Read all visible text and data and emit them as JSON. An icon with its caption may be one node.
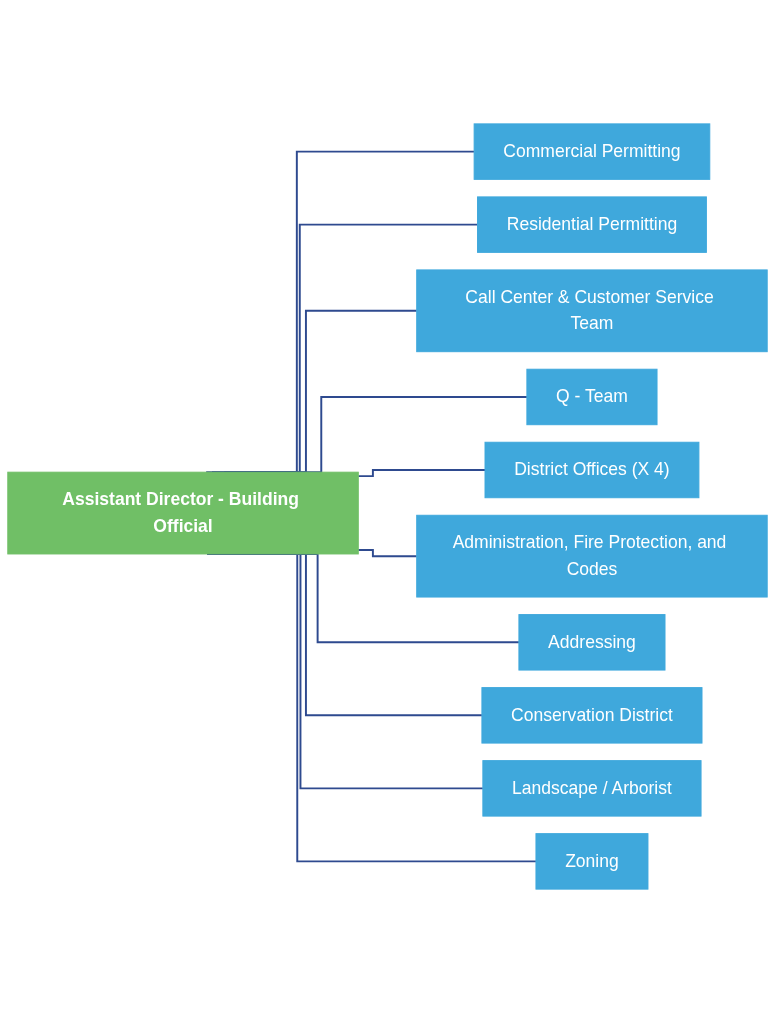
{
  "diagram": {
    "nodes": [
      {
        "text": [
          "Assistant Director - Building Official"
        ]
      },
      {
        "text": [
          "Commercial Permitting"
        ]
      },
      {
        "text": [
          "Residential Permitting"
        ]
      },
      {
        "text": [
          "Call Center & Customer Service Team"
        ]
      },
      {
        "text": [
          "Q - Team"
        ]
      },
      {
        "text": [
          "District Offices (X 4)"
        ]
      },
      {
        "text": [
          "Administration, Fire Protection, and Codes"
        ]
      },
      {
        "text": [
          "Addressing"
        ]
      },
      {
        "text": [
          "Conservation District"
        ]
      },
      {
        "text": [
          "Landscape / Arborist"
        ]
      },
      {
        "text": [
          "Zoning"
        ]
      }
    ],
    "edges": [
      {
        "from": 0,
        "to": 1,
        "arrow": "none"
      },
      {
        "from": 0,
        "to": 2,
        "arrow": "none"
      },
      {
        "from": 0,
        "to": 3,
        "arrow": "none"
      },
      {
        "from": 0,
        "to": 4,
        "arrow": "none"
      },
      {
        "from": 0,
        "to": 5,
        "arrow": "none"
      },
      {
        "from": 0,
        "to": 6,
        "arrow": "none"
      },
      {
        "from": 0,
        "to": 7,
        "arrow": "none"
      },
      {
        "from": 0,
        "to": 8,
        "arrow": "none"
      },
      {
        "from": 0,
        "to": 9,
        "arrow": "none"
      },
      {
        "from": 0,
        "to": 10,
        "arrow": "none"
      }
    ]
  }
}
